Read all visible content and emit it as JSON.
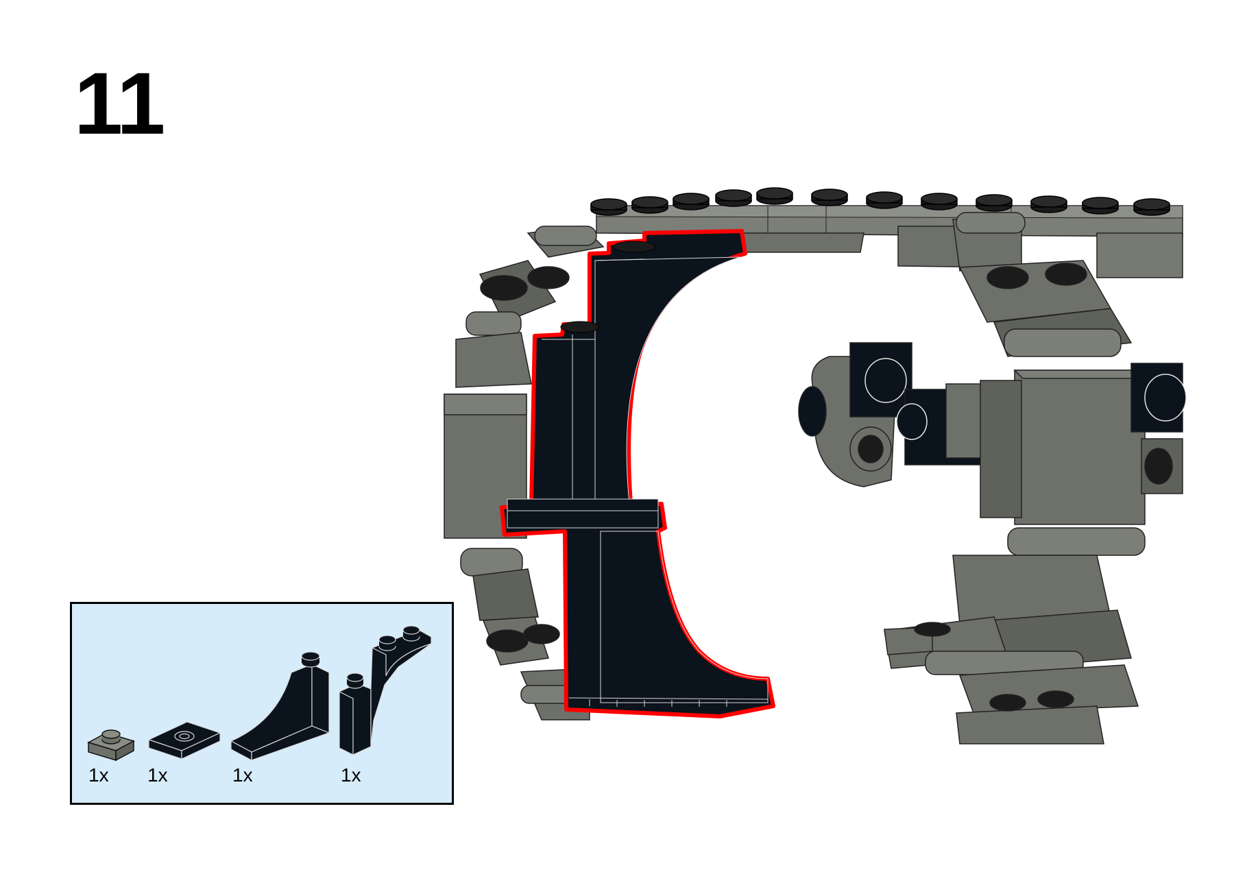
{
  "step": {
    "number": "11"
  },
  "colors": {
    "gray": "#6e706a",
    "gray_dark": "#4a4c47",
    "gray_light": "#8a8c86",
    "black": "#0b131c",
    "highlight": "#ff0000",
    "parts_bg": "#d7ecfb"
  },
  "parts_list": [
    {
      "name": "plate-1x1-dark-gray",
      "qty": "1x"
    },
    {
      "name": "jumper-plate-1x2-black",
      "qty": "1x"
    },
    {
      "name": "slope-curved-arch-black",
      "qty": "1x"
    },
    {
      "name": "arch-large-black",
      "qty": "1x"
    }
  ]
}
